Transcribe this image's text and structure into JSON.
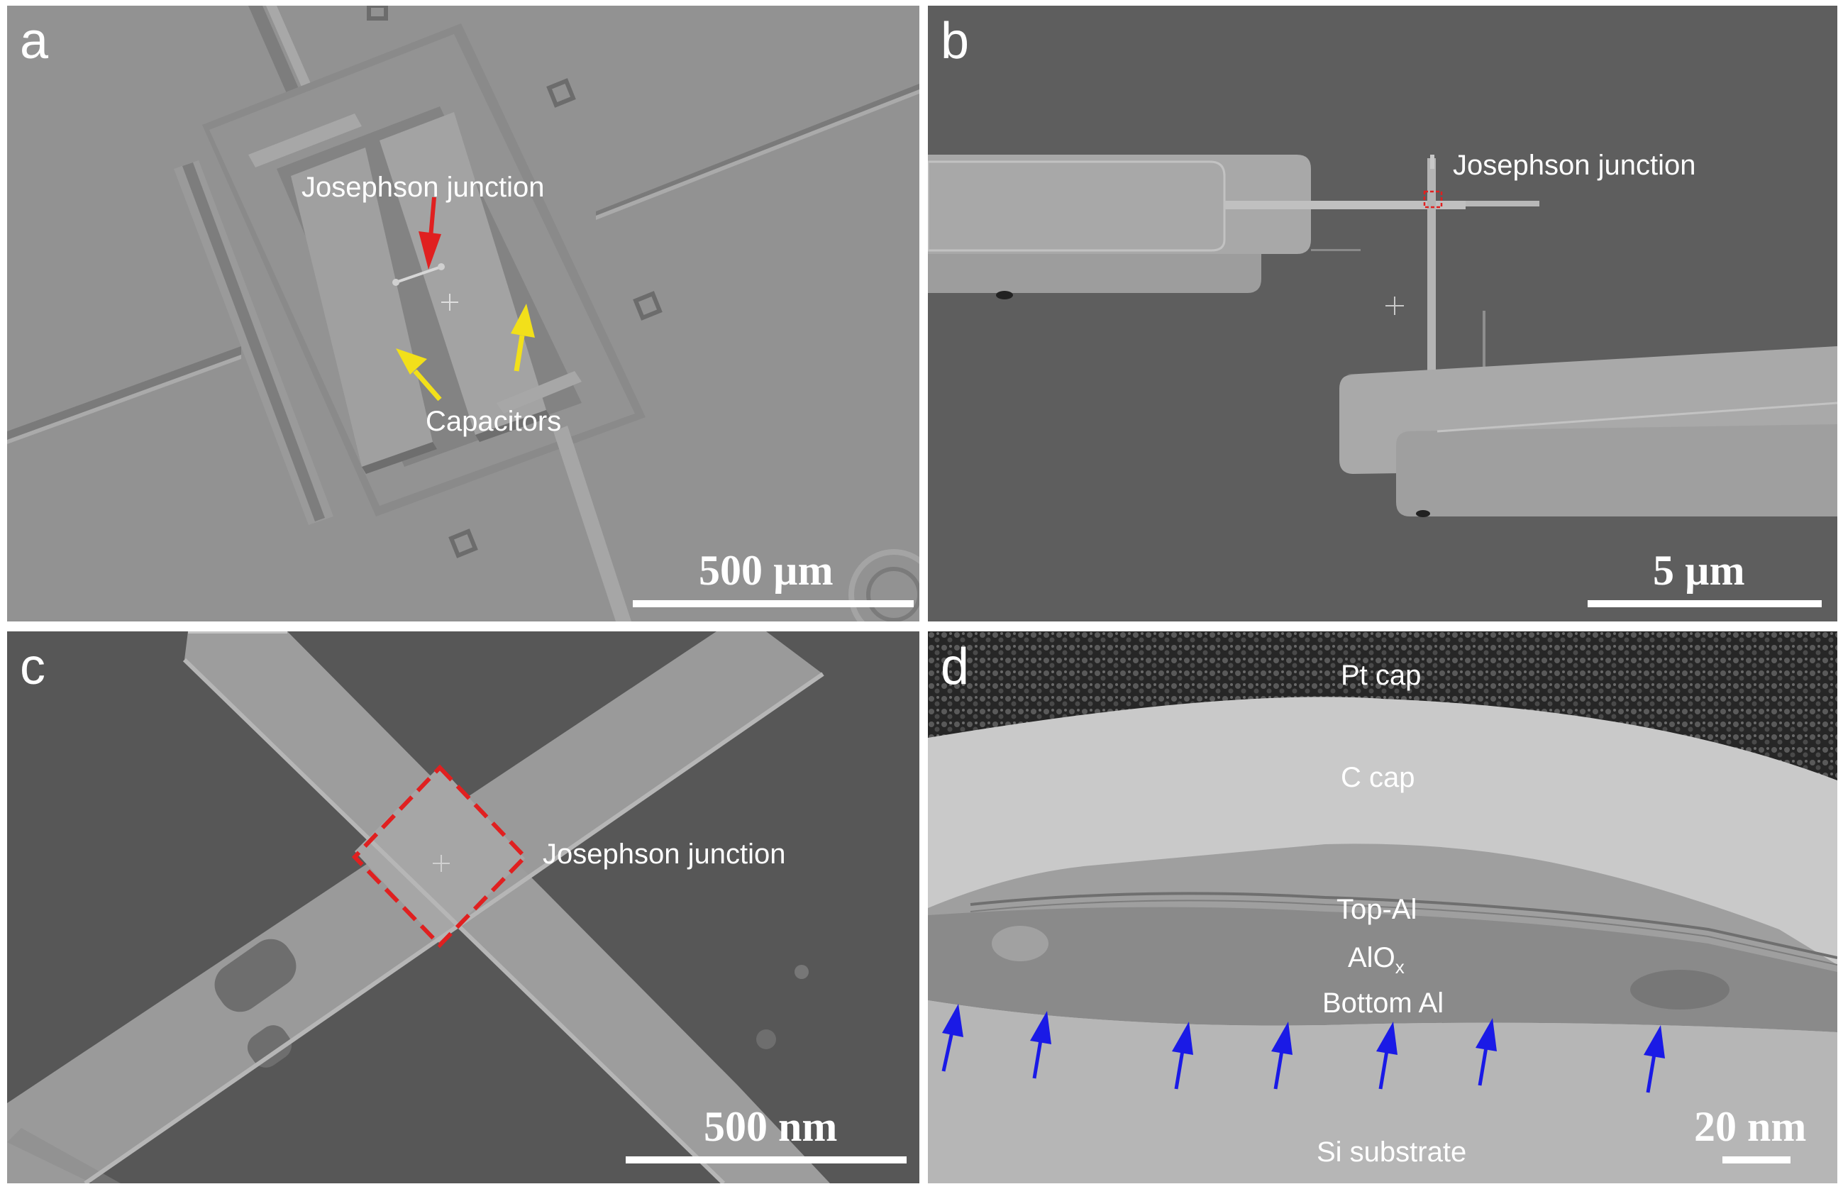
{
  "figure": {
    "panels": [
      {
        "id": "a",
        "letter": "a",
        "labels": [
          "Josephson junction",
          "Capacitors"
        ],
        "scale_bar": "500 µm"
      },
      {
        "id": "b",
        "letter": "b",
        "labels": [
          "Josephson junction"
        ],
        "scale_bar": "5 µm"
      },
      {
        "id": "c",
        "letter": "c",
        "labels": [
          "Josephson junction"
        ],
        "scale_bar": "500 nm"
      },
      {
        "id": "d",
        "letter": "d",
        "labels": [
          "Pt cap",
          "C cap",
          "Top-Al",
          "AlOx",
          "Bottom Al",
          "Si substrate"
        ],
        "scale_bar": "20 nm"
      }
    ]
  },
  "colors": {
    "annotation_red": "#e02020",
    "annotation_yellow": "#f2e01a",
    "annotation_blue": "#1a1ae6"
  },
  "icons": [
    "red-arrow-icon",
    "yellow-arrow-icon",
    "blue-arrow-icon",
    "crosshair-icon"
  ]
}
